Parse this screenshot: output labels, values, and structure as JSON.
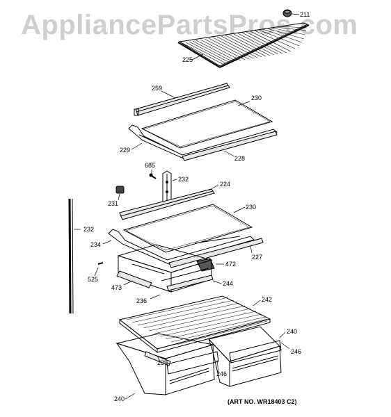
{
  "watermark": "AppliancePartsPros.com",
  "art_number": "(ART NO. WR18403 C2)",
  "callouts": [
    "211",
    "225",
    "259",
    "230",
    "229",
    "228",
    "685",
    "232",
    "224",
    "231",
    "230",
    "232",
    "234",
    "227",
    "472",
    "525",
    "244",
    "473",
    "236",
    "242",
    "240",
    "246",
    "239",
    "246",
    "240"
  ]
}
